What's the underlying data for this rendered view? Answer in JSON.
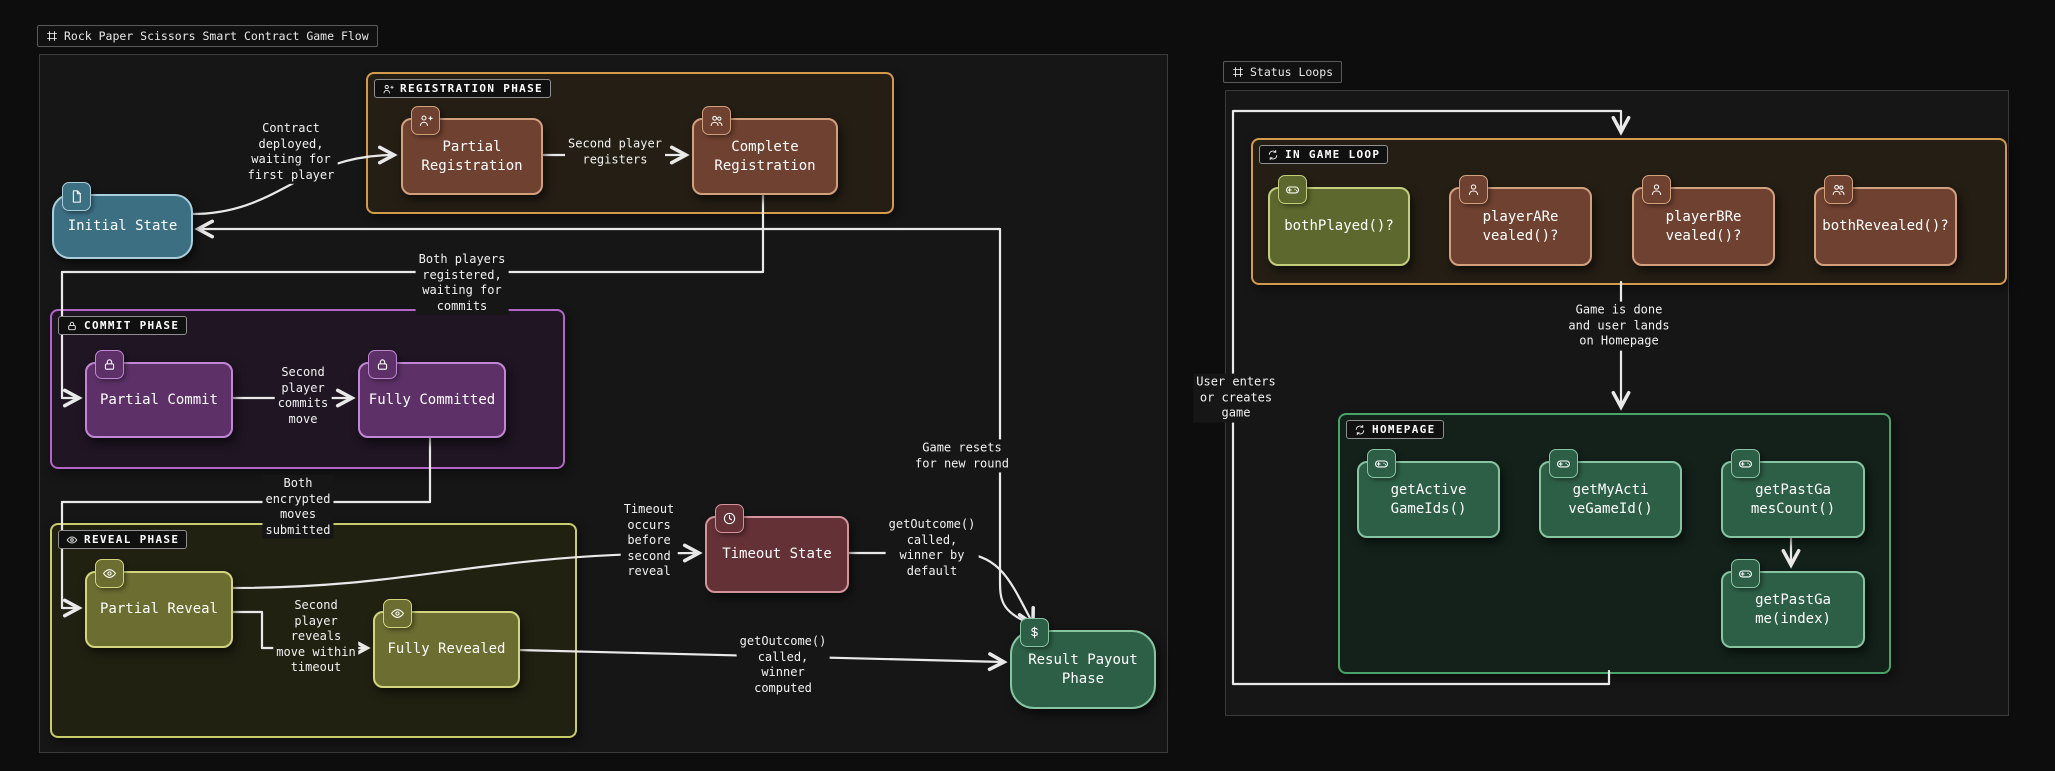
{
  "app": {
    "main_frame_label": "Rock Paper Scissors Smart Contract Game Flow",
    "status_frame_label": "Status Loops"
  },
  "frames": {
    "registration": "REGISTRATION PHASE",
    "commit": "COMMIT PHASE",
    "reveal": "REVEAL PHASE",
    "in_game_loop": "IN GAME LOOP",
    "homepage": "HOMEPAGE"
  },
  "nodes": {
    "initial_state": {
      "label": "Initial State",
      "icon": "document-icon"
    },
    "partial_registration": {
      "label": "Partial\nRegistration",
      "icon": "person-add-icon"
    },
    "complete_registration": {
      "label": "Complete\nRegistration",
      "icon": "people-icon"
    },
    "partial_commit": {
      "label": "Partial Commit",
      "icon": "lock-icon"
    },
    "fully_committed": {
      "label": "Fully Committed",
      "icon": "lock-icon"
    },
    "partial_reveal": {
      "label": "Partial Reveal",
      "icon": "eye-icon"
    },
    "fully_revealed": {
      "label": "Fully Revealed",
      "icon": "eye-icon"
    },
    "timeout_state": {
      "label": "Timeout State",
      "icon": "clock-icon"
    },
    "result_payout": {
      "label": "Result Payout\nPhase",
      "icon": "dollar-icon"
    },
    "both_played": {
      "label": "bothPlayed()?",
      "icon": "controller-icon"
    },
    "player_a_revealed": {
      "label": "playerARe\nvealed()?",
      "icon": "person-icon"
    },
    "player_b_revealed": {
      "label": "playerBRe\nvealed()?",
      "icon": "person-icon"
    },
    "both_revealed": {
      "label": "bothRevealed()?",
      "icon": "people-icon"
    },
    "get_active_game_ids": {
      "label": "getActive\nGameIds()",
      "icon": "controller-icon"
    },
    "get_my_active_game_id": {
      "label": "getMyActi\nveGameId()",
      "icon": "controller-icon"
    },
    "get_past_games_count": {
      "label": "getPastGa\nmesCount()",
      "icon": "controller-icon"
    },
    "get_past_game": {
      "label": "getPastGa\nme(index)",
      "icon": "controller-icon"
    }
  },
  "edges": {
    "contract_deployed": "Contract\ndeployed,\nwaiting for\nfirst player",
    "second_player_registers": "Second player\nregisters",
    "both_players_registered": "Both players\nregistered,\nwaiting for\ncommits",
    "second_player_commits": "Second\nplayer\ncommits\nmove",
    "both_encrypted_moves": "Both\nencrypted\nmoves\nsubmitted",
    "second_player_reveals": "Second\nplayer\nreveals\nmove within\ntimeout",
    "timeout_occurs": "Timeout\noccurs\nbefore\nsecond\nreveal",
    "outcome_winner_default": "getOutcome()\ncalled,\nwinner by\ndefault",
    "outcome_winner_computed": "getOutcome()\ncalled,\nwinner\ncomputed",
    "game_resets": "Game resets\nfor new round",
    "game_done": "Game is done\nand user lands\non Homepage",
    "user_enters": "User enters\nor creates\ngame"
  },
  "colors": {
    "background": "#0d0d0d",
    "frame_fill": "#161616",
    "arrow": "#e9e9e9",
    "orange_frame": "#d29a4a",
    "purple_frame": "#b365c9",
    "olive_frame": "#c9cc6a",
    "green_frame": "#47a368",
    "node_teal": "#3d6f83",
    "node_brown": "#6f4130",
    "node_purple": "#5d3168",
    "node_olive": "#6c6d31",
    "node_red": "#643137",
    "node_green": "#2d5f46",
    "node_olivegreen": "#5d682e"
  }
}
